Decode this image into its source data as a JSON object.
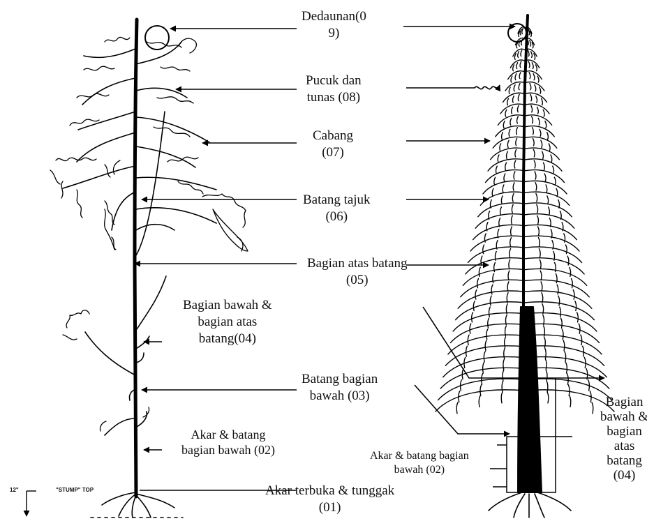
{
  "labels": {
    "l09": {
      "line1": "Dedaunan(0",
      "line2": "9)"
    },
    "l08": {
      "line1": "Pucuk dan",
      "line2": "tunas (08)"
    },
    "l07": {
      "line1": "Cabang",
      "line2": "(07)"
    },
    "l06": {
      "line1": "Batang tajuk",
      "line2": "(06)"
    },
    "l05": {
      "line1": "Bagian atas batang",
      "line2": "(05)"
    },
    "l04": {
      "line1": "Bagian bawah &",
      "line2": "bagian atas",
      "line3": "batang(04)"
    },
    "l03": {
      "line1": "Batang bagian",
      "line2": "bawah (03)"
    },
    "l02": {
      "line1": "Akar & batang",
      "line2": "bagian bawah (02)"
    },
    "l01": {
      "line1": "Akar terbuka & tunggak",
      "line2": "(01)"
    },
    "r02": {
      "line1": "Akar & batang bagian",
      "line2": "bawah (02)"
    },
    "r04": {
      "line1": "Bagian",
      "line2": "bawah &",
      "line3": "bagian",
      "line4": "atas",
      "line5": "batang",
      "line6": "(04)"
    }
  },
  "scale": {
    "height": "12\"",
    "stump": "\"STUMP\" TOP"
  }
}
